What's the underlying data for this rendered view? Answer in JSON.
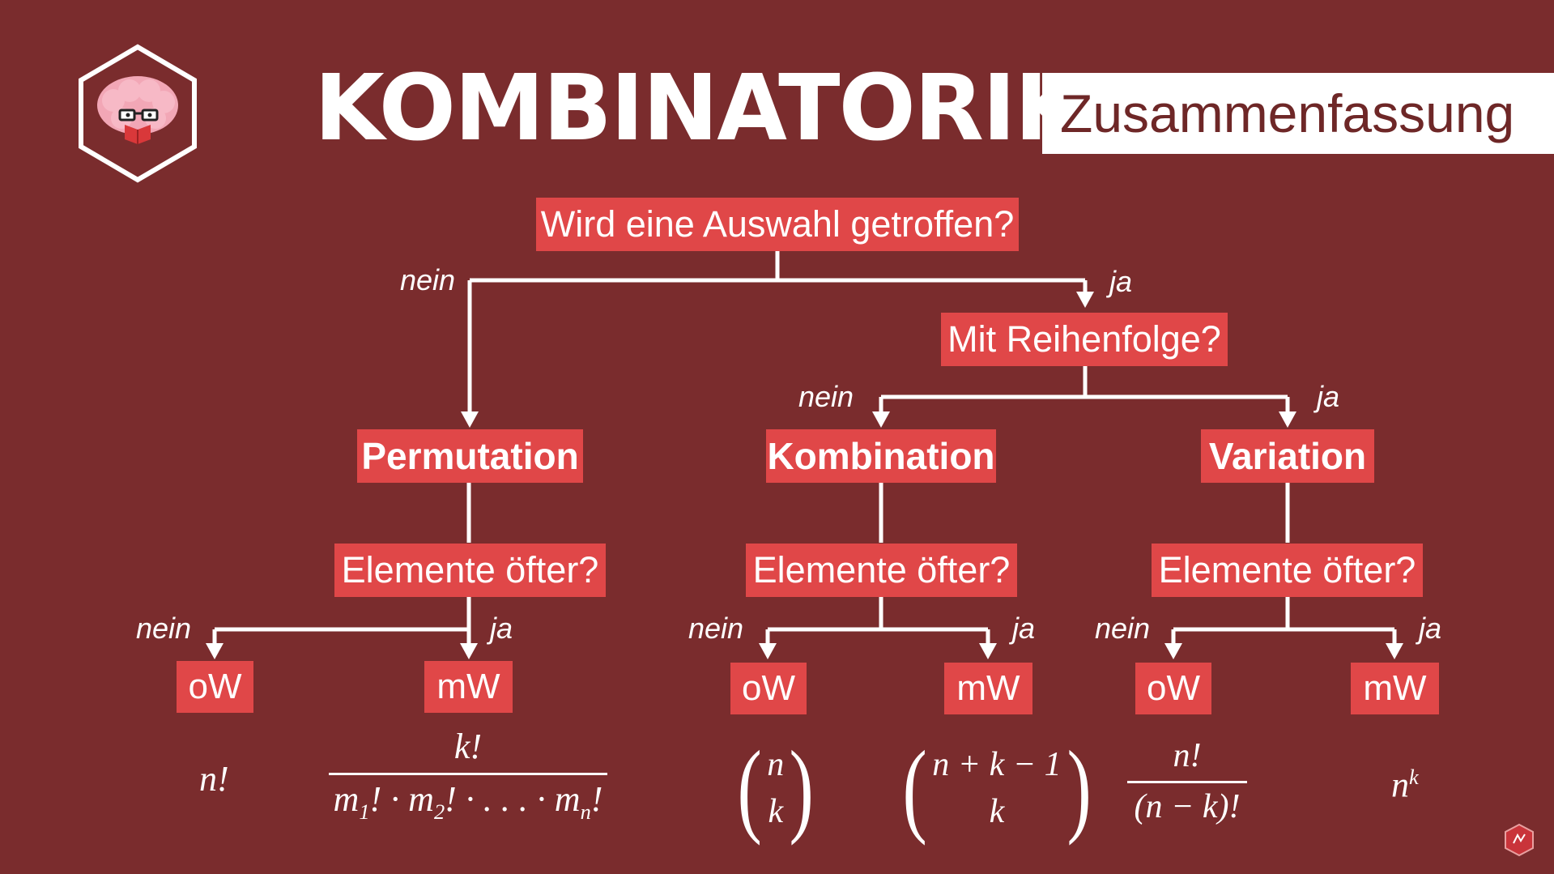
{
  "title": "KOMBINATORIK",
  "subtitle": "Zusammenfassung",
  "logo": {
    "icon": "brain-reading-book-icon",
    "badge": "hexagon-logo-icon"
  },
  "questions": {
    "auswahl": "Wird eine Auswahl getroffen?",
    "reihenfolge": "Mit Reihenfolge?",
    "elemente_perm": "Elemente öfter?",
    "elemente_komb": "Elemente öfter?",
    "elemente_var": "Elemente öfter?"
  },
  "methods": {
    "permutation": "Permutation",
    "kombination": "Kombination",
    "variation": "Variation"
  },
  "branch_labels": {
    "no": "nein",
    "yes": "ja"
  },
  "leaves": {
    "without_repetition": "oW",
    "with_repetition": "mW"
  },
  "formulas": {
    "perm_ow": "n!",
    "perm_mw_num": "k!",
    "perm_mw_den_parts": [
      "m",
      "1",
      "! · m",
      "2",
      "! · . . . · m",
      "n",
      "!"
    ],
    "komb_ow_top": "n",
    "komb_ow_bottom": "k",
    "komb_mw_top": "n + k − 1",
    "komb_mw_bottom": "k",
    "var_ow_num": "n!",
    "var_ow_den": "(n − k)!",
    "var_mw_base": "n",
    "var_mw_exp": "k"
  },
  "colors": {
    "background": "#7a2c2d",
    "box": "#e04748",
    "text": "#ffffff"
  }
}
